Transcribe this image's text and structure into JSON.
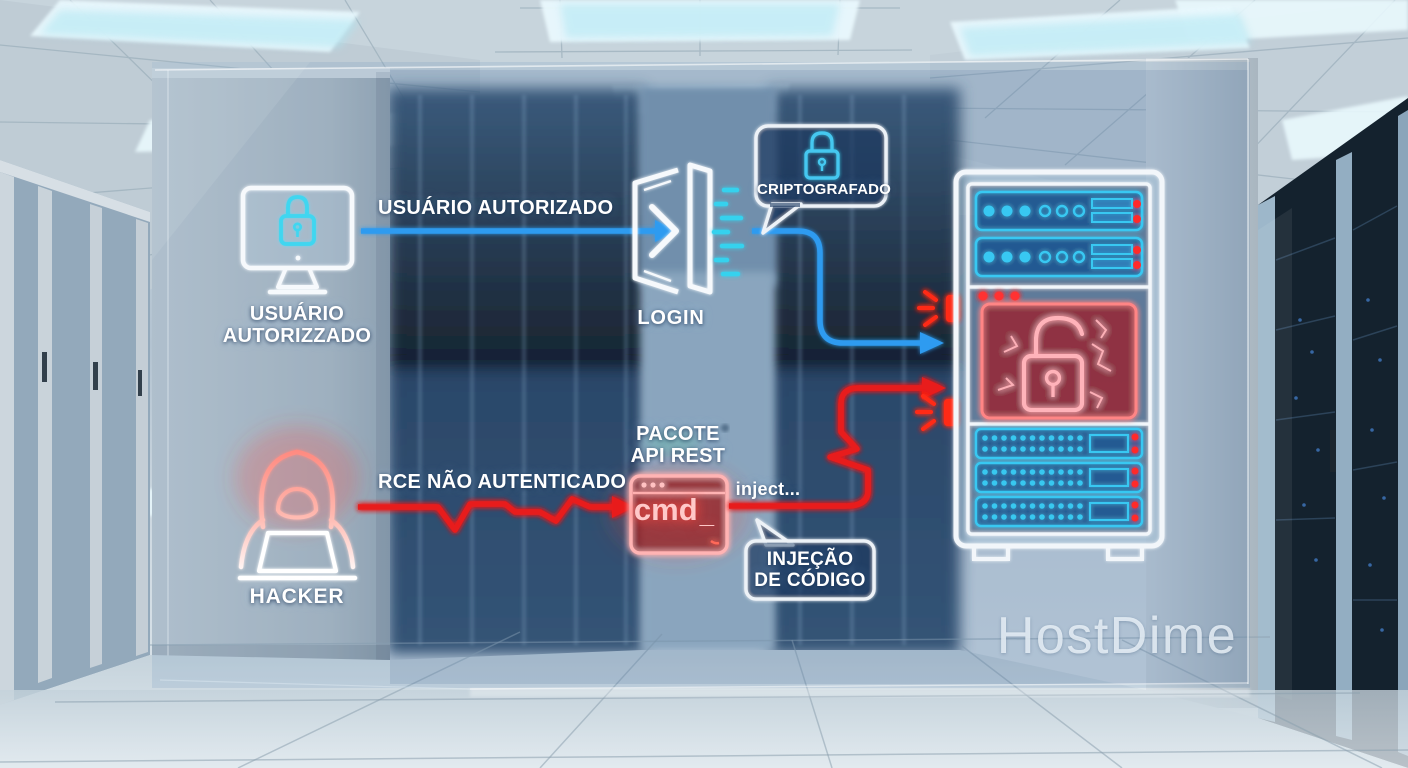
{
  "brand": {
    "watermark": "HostDime"
  },
  "colors": {
    "flow_blue": "#2d9bf0",
    "accent_cyan": "#38cdf2",
    "alert_red": "#ee2222",
    "terminal_pink": "#ffbcbc",
    "text_white": "#ffffff"
  },
  "nodes": {
    "authorized_user": {
      "icon": "monitor-lock-icon",
      "label_line1": "USUÁRIO",
      "label_line2": "AUTORIZZADO"
    },
    "login": {
      "icon": "login-door-icon",
      "label": "LOGIN"
    },
    "hacker": {
      "icon": "hooded-hacker-icon",
      "label": "HACKER"
    },
    "api_packet": {
      "icon": "terminal-window-icon",
      "label_line1": "PACOTE",
      "label_line2": "API REST",
      "terminal_text": "cmd",
      "terminal_cursor": "_"
    },
    "server_rack": {
      "icon": "server-rack-breached-icon"
    }
  },
  "flows": {
    "authorized": {
      "label": "USUÁRIO AUTORIZADO",
      "color": "#2d9bf0"
    },
    "attack": {
      "label": "RCE NÃO AUTENTICADO",
      "color": "#ee2222"
    },
    "inject": {
      "label": "inject..."
    }
  },
  "callouts": {
    "encrypted": {
      "icon": "padlock-icon",
      "label": "CRIPTOGRAFADO"
    },
    "code_injection": {
      "label_line1": "INJEÇÃO",
      "label_line2": "DE CÓDIGO"
    }
  }
}
